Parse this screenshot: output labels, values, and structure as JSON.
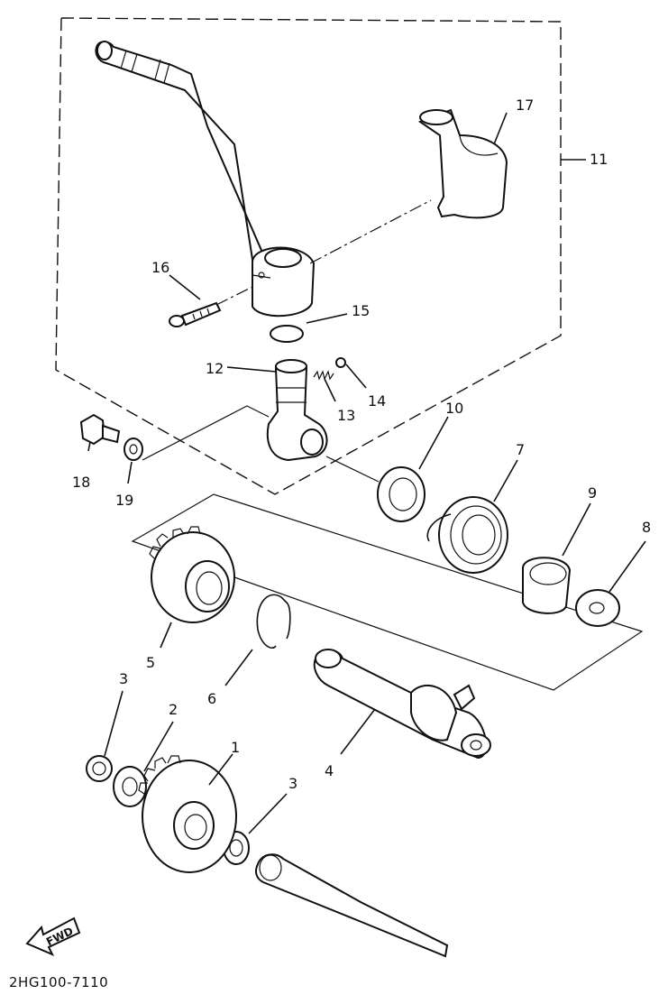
{
  "diagram_code": "2HG100-7110",
  "fwd_label": "FWD",
  "callouts": [
    {
      "id": "c1",
      "text": "1"
    },
    {
      "id": "c2",
      "text": "2"
    },
    {
      "id": "c3a",
      "text": "3"
    },
    {
      "id": "c3b",
      "text": "3"
    },
    {
      "id": "c4",
      "text": "4"
    },
    {
      "id": "c5",
      "text": "5"
    },
    {
      "id": "c6",
      "text": "6"
    },
    {
      "id": "c7",
      "text": "7"
    },
    {
      "id": "c8",
      "text": "8"
    },
    {
      "id": "c9",
      "text": "9"
    },
    {
      "id": "c10",
      "text": "10"
    },
    {
      "id": "c11",
      "text": "11"
    },
    {
      "id": "c12",
      "text": "12"
    },
    {
      "id": "c13",
      "text": "13"
    },
    {
      "id": "c14",
      "text": "14"
    },
    {
      "id": "c15",
      "text": "15"
    },
    {
      "id": "c16",
      "text": "16"
    },
    {
      "id": "c17",
      "text": "17"
    },
    {
      "id": "c18",
      "text": "18"
    },
    {
      "id": "c19",
      "text": "19"
    }
  ]
}
